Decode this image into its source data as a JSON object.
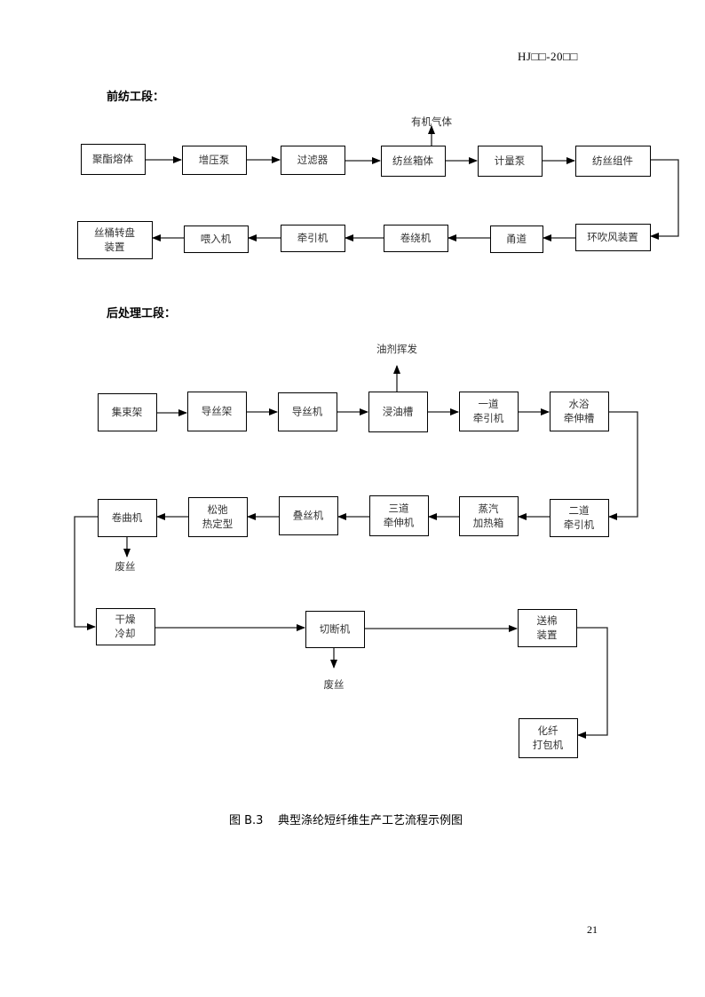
{
  "header": {
    "doc_code": "HJ□□-20□□"
  },
  "sections": {
    "spinning": {
      "title": "前纺工段：",
      "nodes": {
        "n1": [
          "聚酯熔体"
        ],
        "n2": [
          "增压泵"
        ],
        "n3": [
          "过滤器"
        ],
        "n4": [
          "纺丝箱体"
        ],
        "n5": [
          "计量泵"
        ],
        "n6": [
          "纺丝组件"
        ],
        "n7": [
          "环吹风装置"
        ],
        "n8": [
          "甬道"
        ],
        "n9": [
          "卷绕机"
        ],
        "n10": [
          "牵引机"
        ],
        "n11": [
          "喂入机"
        ],
        "n12": [
          "丝桶转盘",
          "装置"
        ]
      },
      "emissions": {
        "e1": "有机气体"
      }
    },
    "post": {
      "title": "后处理工段：",
      "nodes": {
        "p1": [
          "集束架"
        ],
        "p2": [
          "导丝架"
        ],
        "p3": [
          "导丝机"
        ],
        "p4": [
          "浸油槽"
        ],
        "p5": [
          "一道",
          "牵引机"
        ],
        "p6": [
          "水浴",
          "牵伸槽"
        ],
        "p7": [
          "二道",
          "牵引机"
        ],
        "p8": [
          "蒸汽",
          "加热箱"
        ],
        "p9": [
          "三道",
          "牵伸机"
        ],
        "p10": [
          "叠丝机"
        ],
        "p11": [
          "松弛",
          "热定型"
        ],
        "p12": [
          "卷曲机"
        ],
        "p13": [
          "干燥",
          "冷却"
        ],
        "p14": [
          "切断机"
        ],
        "p15": [
          "送棉",
          "装置"
        ],
        "p16": [
          "化纤",
          "打包机"
        ]
      },
      "emissions": {
        "e2": "油剂挥发",
        "e3": "废丝",
        "e4": "废丝"
      }
    }
  },
  "caption": "图 B.3    典型涤纶短纤维生产工艺流程示例图",
  "page_number": "21"
}
